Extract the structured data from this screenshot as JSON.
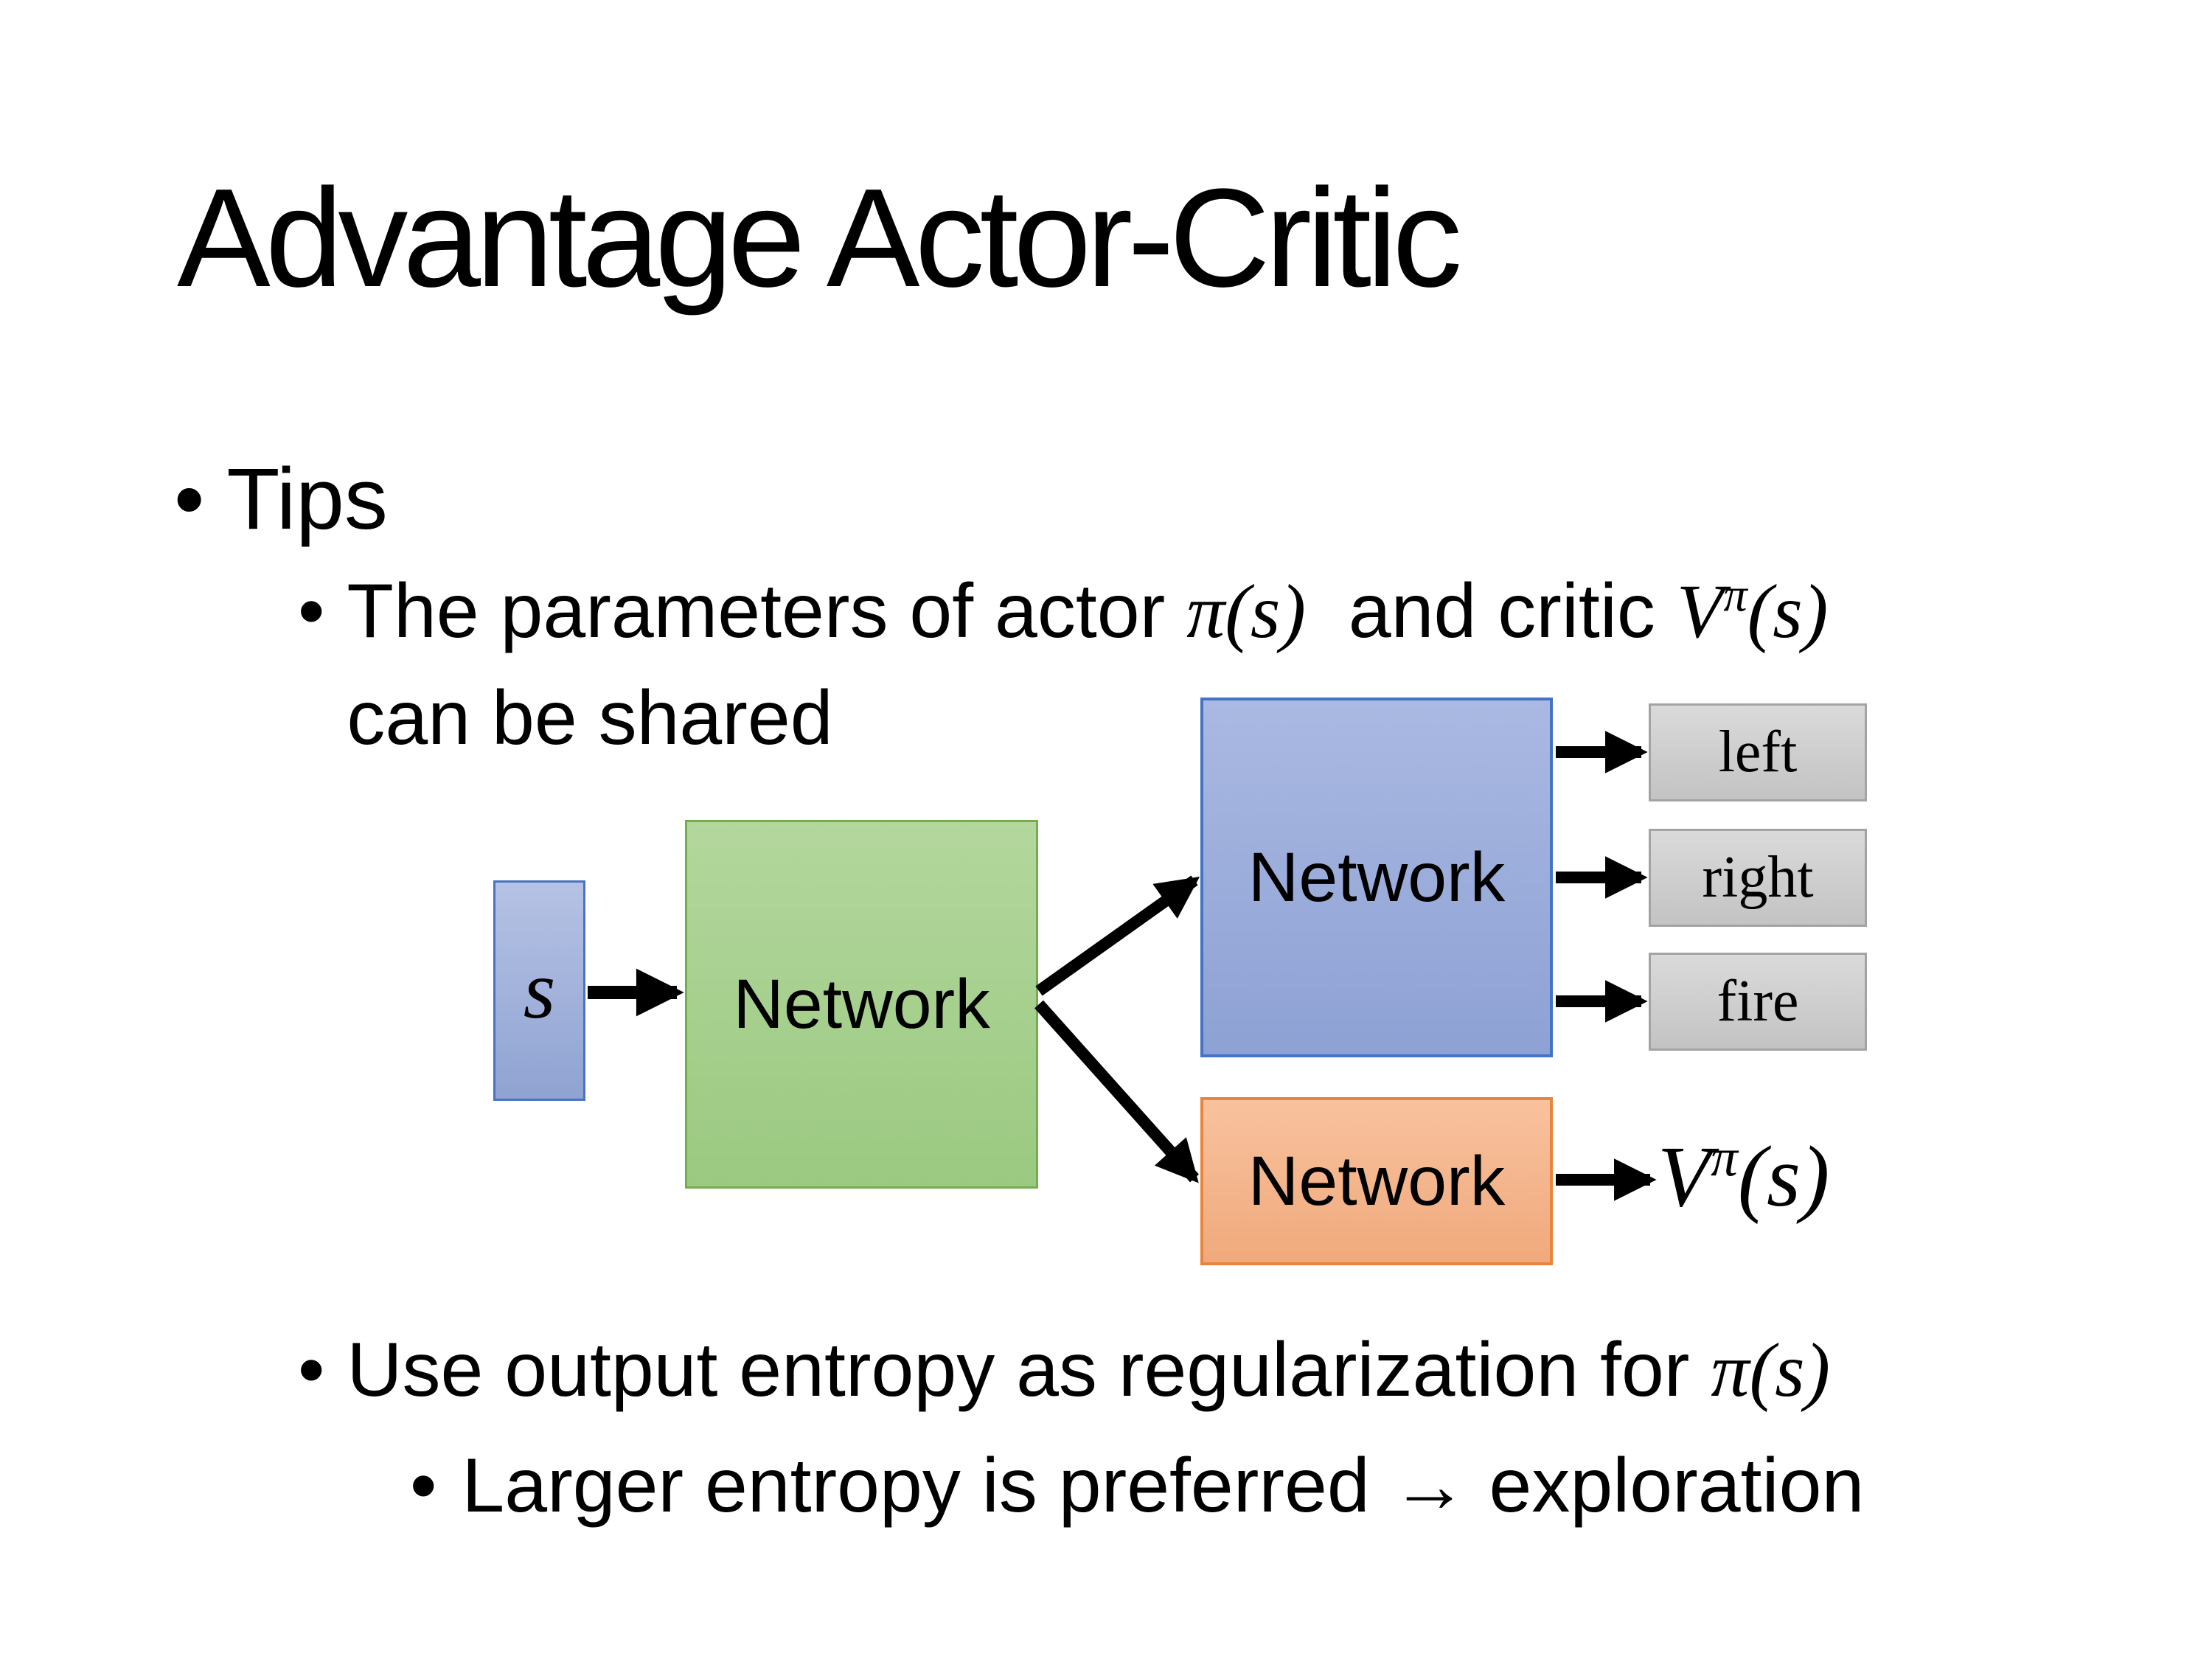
{
  "title": "Advantage Actor-Critic",
  "bullet_char": "•",
  "bullets": {
    "tips": "Tips",
    "b1": {
      "part1": "The parameters of actor ",
      "math1": "π(s)",
      "part2": "  and critic ",
      "math2_base": "V",
      "math2_sup": "π",
      "math2_arg": "(s)",
      "line2": "can be shared"
    },
    "b2": {
      "part1": "Use output entropy as regularization for ",
      "math1": "π(s)"
    },
    "b3": "Larger entropy is preferred → exploration"
  },
  "diagram": {
    "state_label": "s",
    "shared_network_label": "Network",
    "actor_network_label": "Network",
    "critic_network_label": "Network",
    "actions": [
      "left",
      "right",
      "fire"
    ],
    "value": {
      "base": "V",
      "sup": "π",
      "arg": "(s)"
    }
  },
  "colors": {
    "text": "#000000",
    "arrow": "#000000",
    "state_box_fill_top": "#b6c2e4",
    "state_box_fill_bottom": "#8fa3d2",
    "state_box_border": "#4a72c0",
    "shared_box_fill_top": "#b3d79d",
    "shared_box_fill_bottom": "#9bc981",
    "shared_box_border": "#74ad4e",
    "actor_box_fill_top": "#aab9e2",
    "actor_box_fill_bottom": "#8da1d4",
    "actor_box_border": "#4472c4",
    "critic_box_fill_top": "#f8c29e",
    "critic_box_fill_bottom": "#f0a97c",
    "critic_box_border": "#e8853d",
    "action_box_fill_top": "#dadada",
    "action_box_fill_bottom": "#c3c3c3",
    "action_box_border": "#a3a3a3"
  }
}
